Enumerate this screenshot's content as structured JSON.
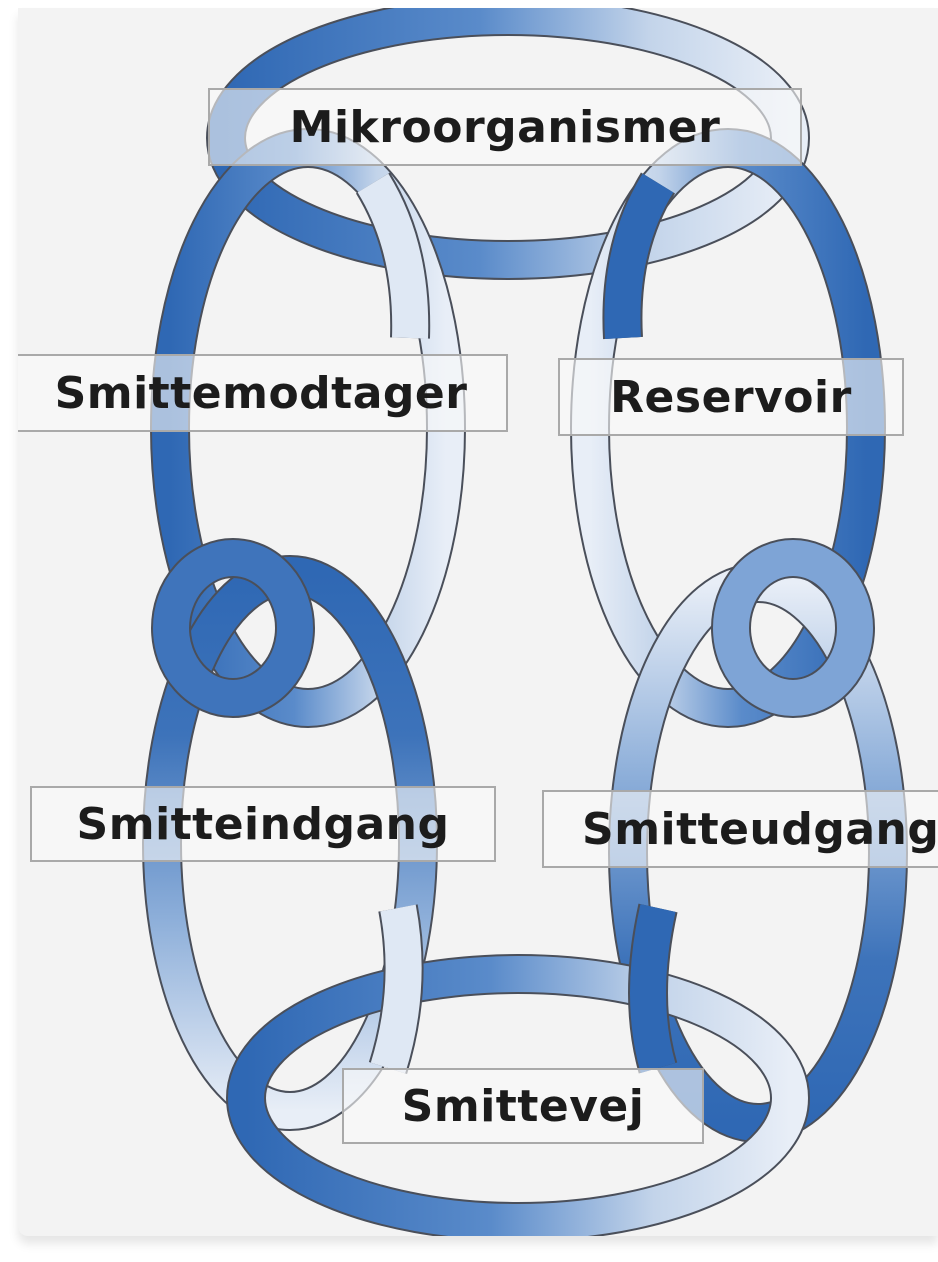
{
  "diagram": {
    "nodes": [
      {
        "key": "mikroorganismer",
        "label": "Mikroorganismer"
      },
      {
        "key": "reservoir",
        "label": "Reservoir"
      },
      {
        "key": "smitteudgang",
        "label": "Smitteudgang"
      },
      {
        "key": "smittevej",
        "label": "Smittevej"
      },
      {
        "key": "smitteindgang",
        "label": "Smitteindgang"
      },
      {
        "key": "smittemodtager",
        "label": "Smittemodtager"
      }
    ],
    "colors": {
      "ring_dark": "#2f68b4",
      "ring_mid": "#6f9bd0",
      "ring_light": "#dfe8f4",
      "ring_edge": "#4a4f5a",
      "background": "#f3f3f3",
      "label_border": "#a9a9a9",
      "label_text": "#1c1c1c"
    }
  }
}
